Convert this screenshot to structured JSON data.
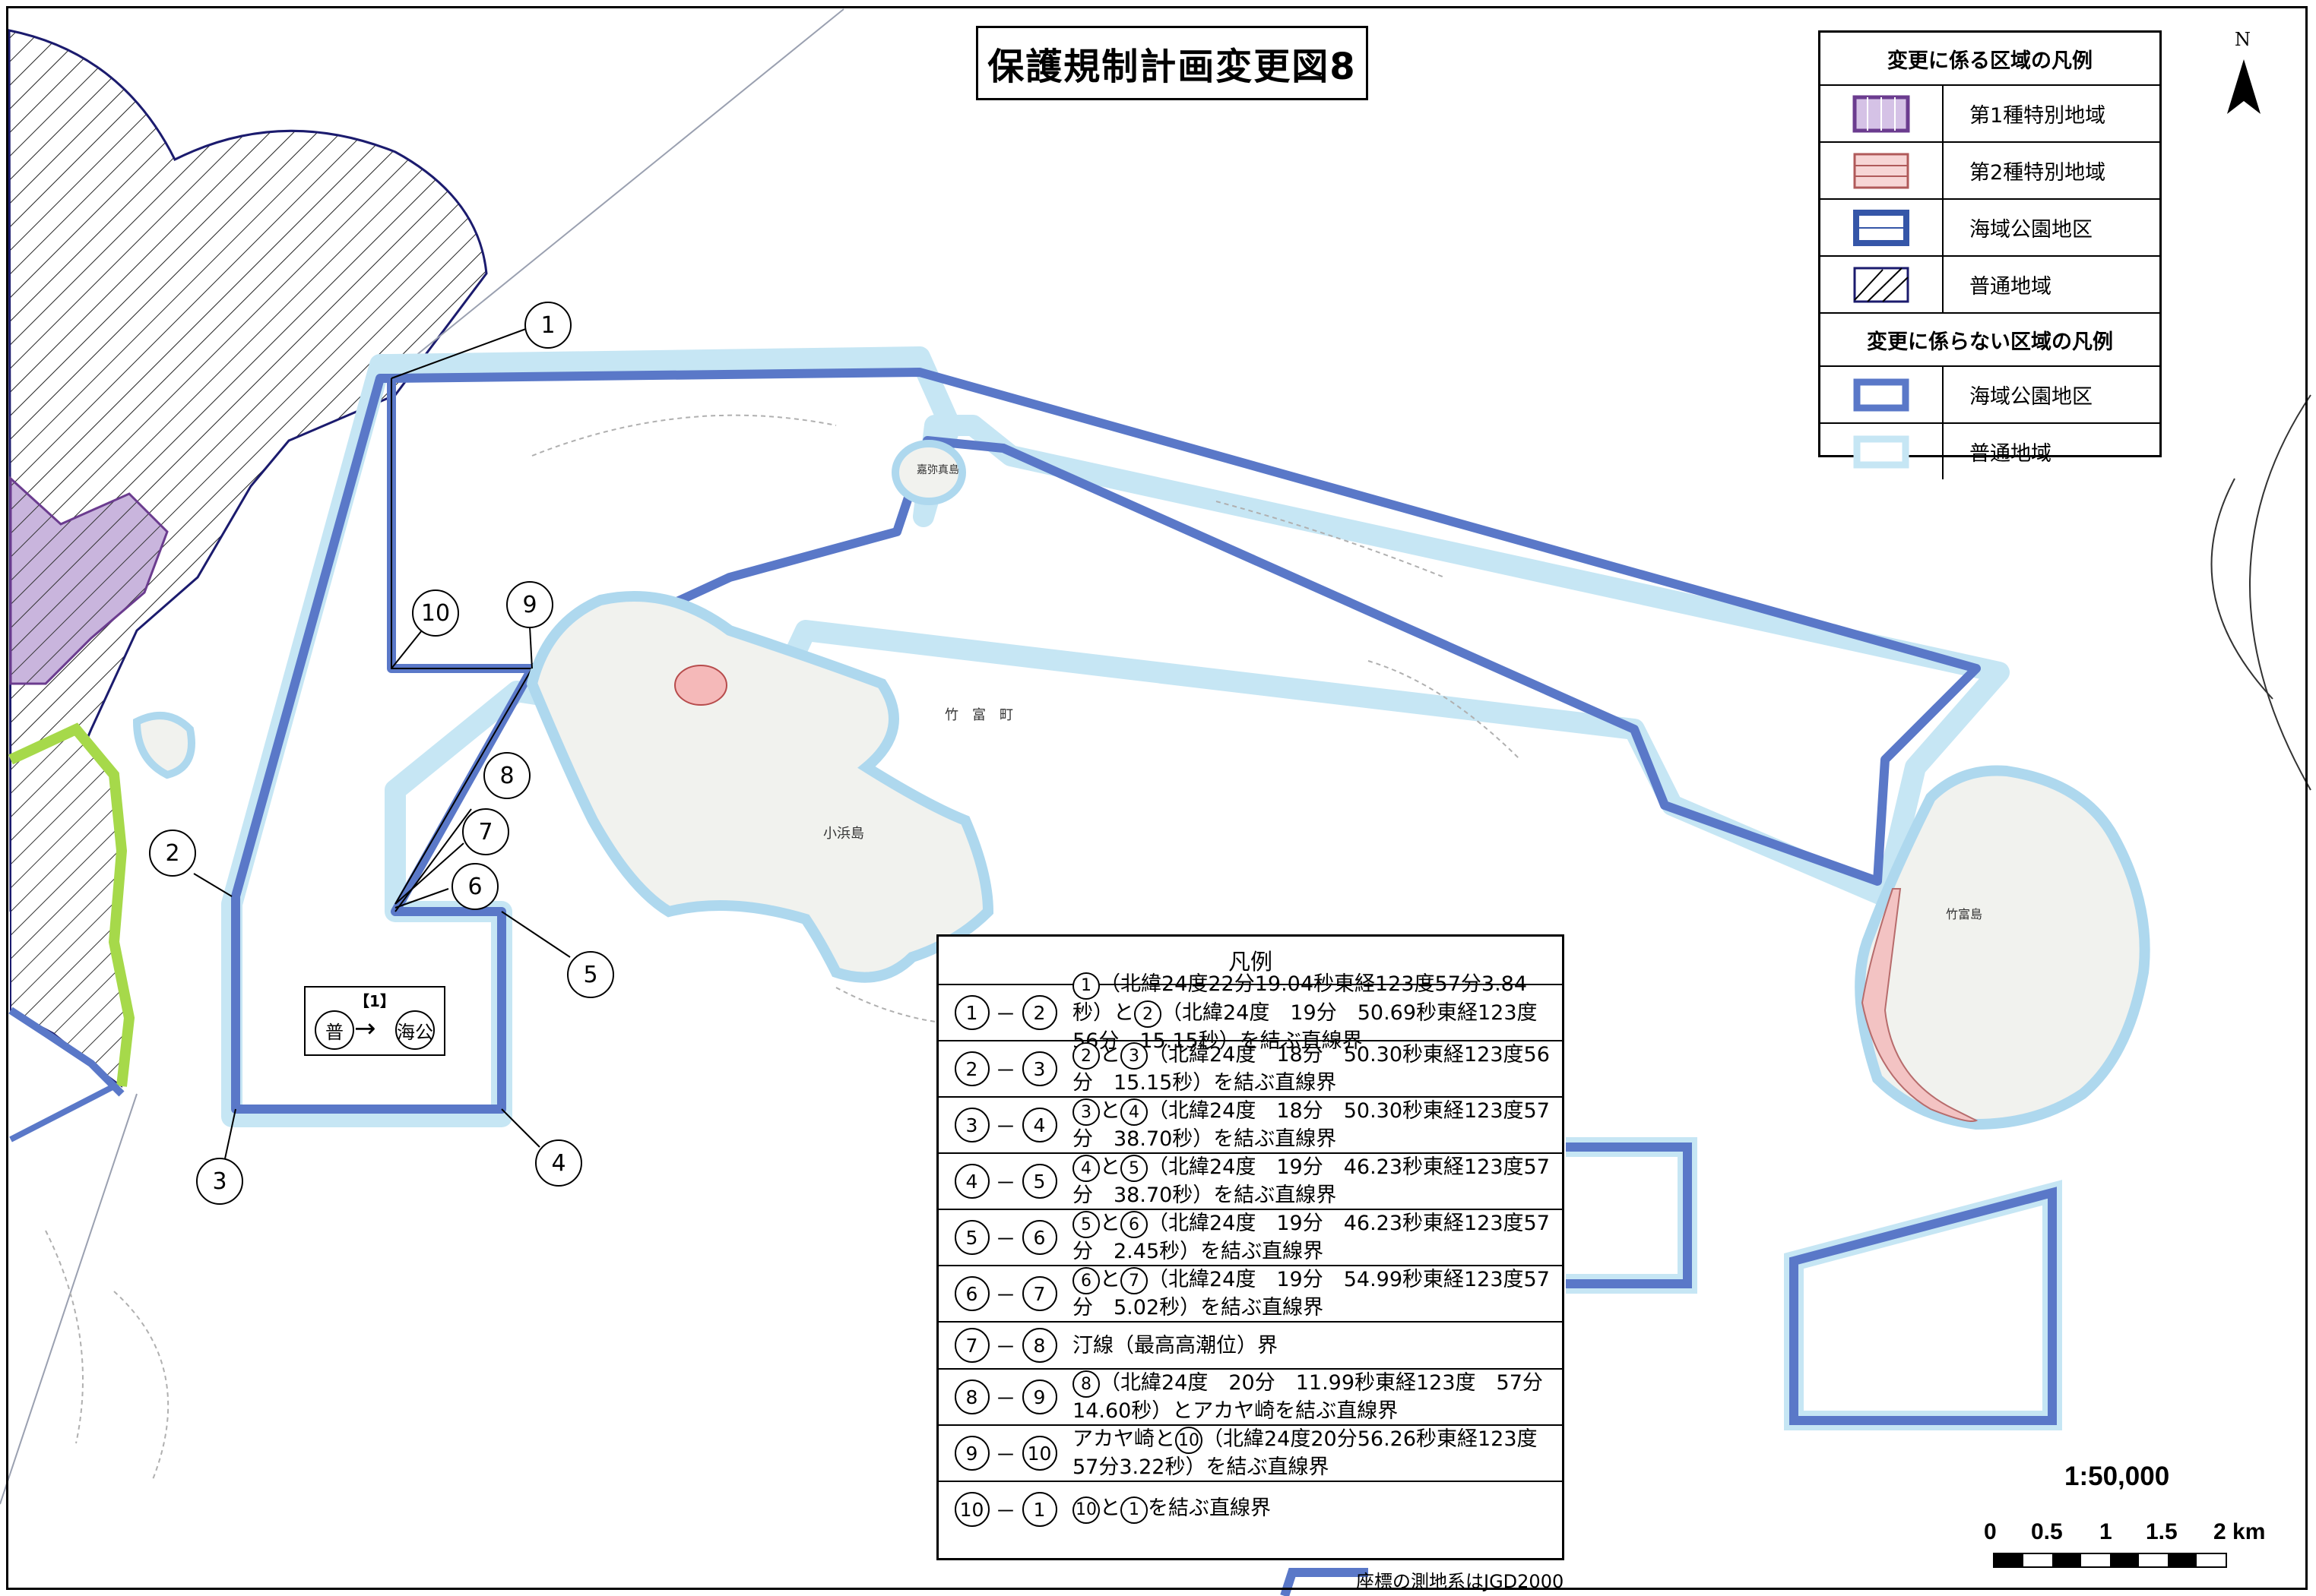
{
  "title": "保護規制計画変更図8",
  "legend_changed": {
    "heading": "変更に係る区域の凡例",
    "items": [
      {
        "label": "第1種特別地域",
        "icon": "purple-vertical-hatch"
      },
      {
        "label": "第2種特別地域",
        "icon": "pink-horizontal-hatch"
      },
      {
        "label": "海域公園地区",
        "icon": "blue-outline-hatch"
      },
      {
        "label": "普通地域",
        "icon": "diagonal-hatch"
      }
    ]
  },
  "legend_unchanged": {
    "heading": "変更に係らない区域の凡例",
    "items": [
      {
        "label": "海域公園地区",
        "icon": "blue-outline"
      },
      {
        "label": "普通地域",
        "icon": "light-blue-outline"
      }
    ]
  },
  "boundary_legend": {
    "heading": "凡例",
    "rows": [
      {
        "from": "1",
        "to": "2",
        "segments": [
          {
            "circ": "1"
          },
          {
            "t": "（北緯24度22分19.04秒東経123度57分3.84秒）と"
          },
          {
            "circ": "2"
          },
          {
            "t": "（北緯24度　19分　50.69秒東経123度56分　15.15秒）を結ぶ直線界"
          }
        ]
      },
      {
        "from": "2",
        "to": "3",
        "segments": [
          {
            "circ": "2"
          },
          {
            "t": "と"
          },
          {
            "circ": "3"
          },
          {
            "t": "（北緯24度　18分　50.30秒東経123度56分　15.15秒）を結ぶ直線界"
          }
        ]
      },
      {
        "from": "3",
        "to": "4",
        "segments": [
          {
            "circ": "3"
          },
          {
            "t": "と"
          },
          {
            "circ": "4"
          },
          {
            "t": "（北緯24度　18分　50.30秒東経123度57分　38.70秒）を結ぶ直線界"
          }
        ]
      },
      {
        "from": "4",
        "to": "5",
        "segments": [
          {
            "circ": "4"
          },
          {
            "t": "と"
          },
          {
            "circ": "5"
          },
          {
            "t": "（北緯24度　19分　46.23秒東経123度57分　38.70秒）を結ぶ直線界"
          }
        ]
      },
      {
        "from": "5",
        "to": "6",
        "segments": [
          {
            "circ": "5"
          },
          {
            "t": "と"
          },
          {
            "circ": "6"
          },
          {
            "t": "（北緯24度　19分　46.23秒東経123度57分　2.45秒）を結ぶ直線界"
          }
        ]
      },
      {
        "from": "6",
        "to": "7",
        "segments": [
          {
            "circ": "6"
          },
          {
            "t": "と"
          },
          {
            "circ": "7"
          },
          {
            "t": "（北緯24度　19分　54.99秒東経123度57分　5.02秒）を結ぶ直線界"
          }
        ]
      },
      {
        "from": "7",
        "to": "8",
        "segments": [
          {
            "t": "汀線（最高高潮位）界"
          }
        ]
      },
      {
        "from": "8",
        "to": "9",
        "segments": [
          {
            "circ": "8"
          },
          {
            "t": "（北緯24度　20分　11.99秒東経123度　57分14.60秒）とアカヤ崎を結ぶ直線界"
          }
        ]
      },
      {
        "from": "9",
        "to": "10",
        "segments": [
          {
            "t": "アカヤ崎と"
          },
          {
            "circ": "10"
          },
          {
            "t": "（北緯24度20分56.26秒東経123度57分3.22秒）を結ぶ直線界"
          }
        ]
      },
      {
        "from": "10",
        "to": "1",
        "segments": [
          {
            "circ": "10"
          },
          {
            "t": "と"
          },
          {
            "circ": "1"
          },
          {
            "t": "を結ぶ直線界"
          }
        ]
      }
    ]
  },
  "point_markers": [
    "1",
    "2",
    "3",
    "4",
    "5",
    "6",
    "7",
    "8",
    "9",
    "10"
  ],
  "change_box": {
    "id": "【1】",
    "from": "普",
    "to": "海公"
  },
  "scale": {
    "label": "1:50,000",
    "ticks": [
      "0",
      "0.5",
      "1",
      "1.5",
      "2 km"
    ]
  },
  "north_label": "N",
  "datum_note": "座標の測地系はJGD2000",
  "place_names": {
    "kohama": "小浜島",
    "taketomi_town": "竹　富　町",
    "kayama": "嘉弥真島",
    "taketomi_island": "竹富島"
  },
  "colors": {
    "marine_park": "#5a78c8",
    "ordinary_light": "#c6e6f4",
    "class1": "#a58cc6",
    "class2": "#f3c3c3",
    "green": "#a6d94a"
  }
}
